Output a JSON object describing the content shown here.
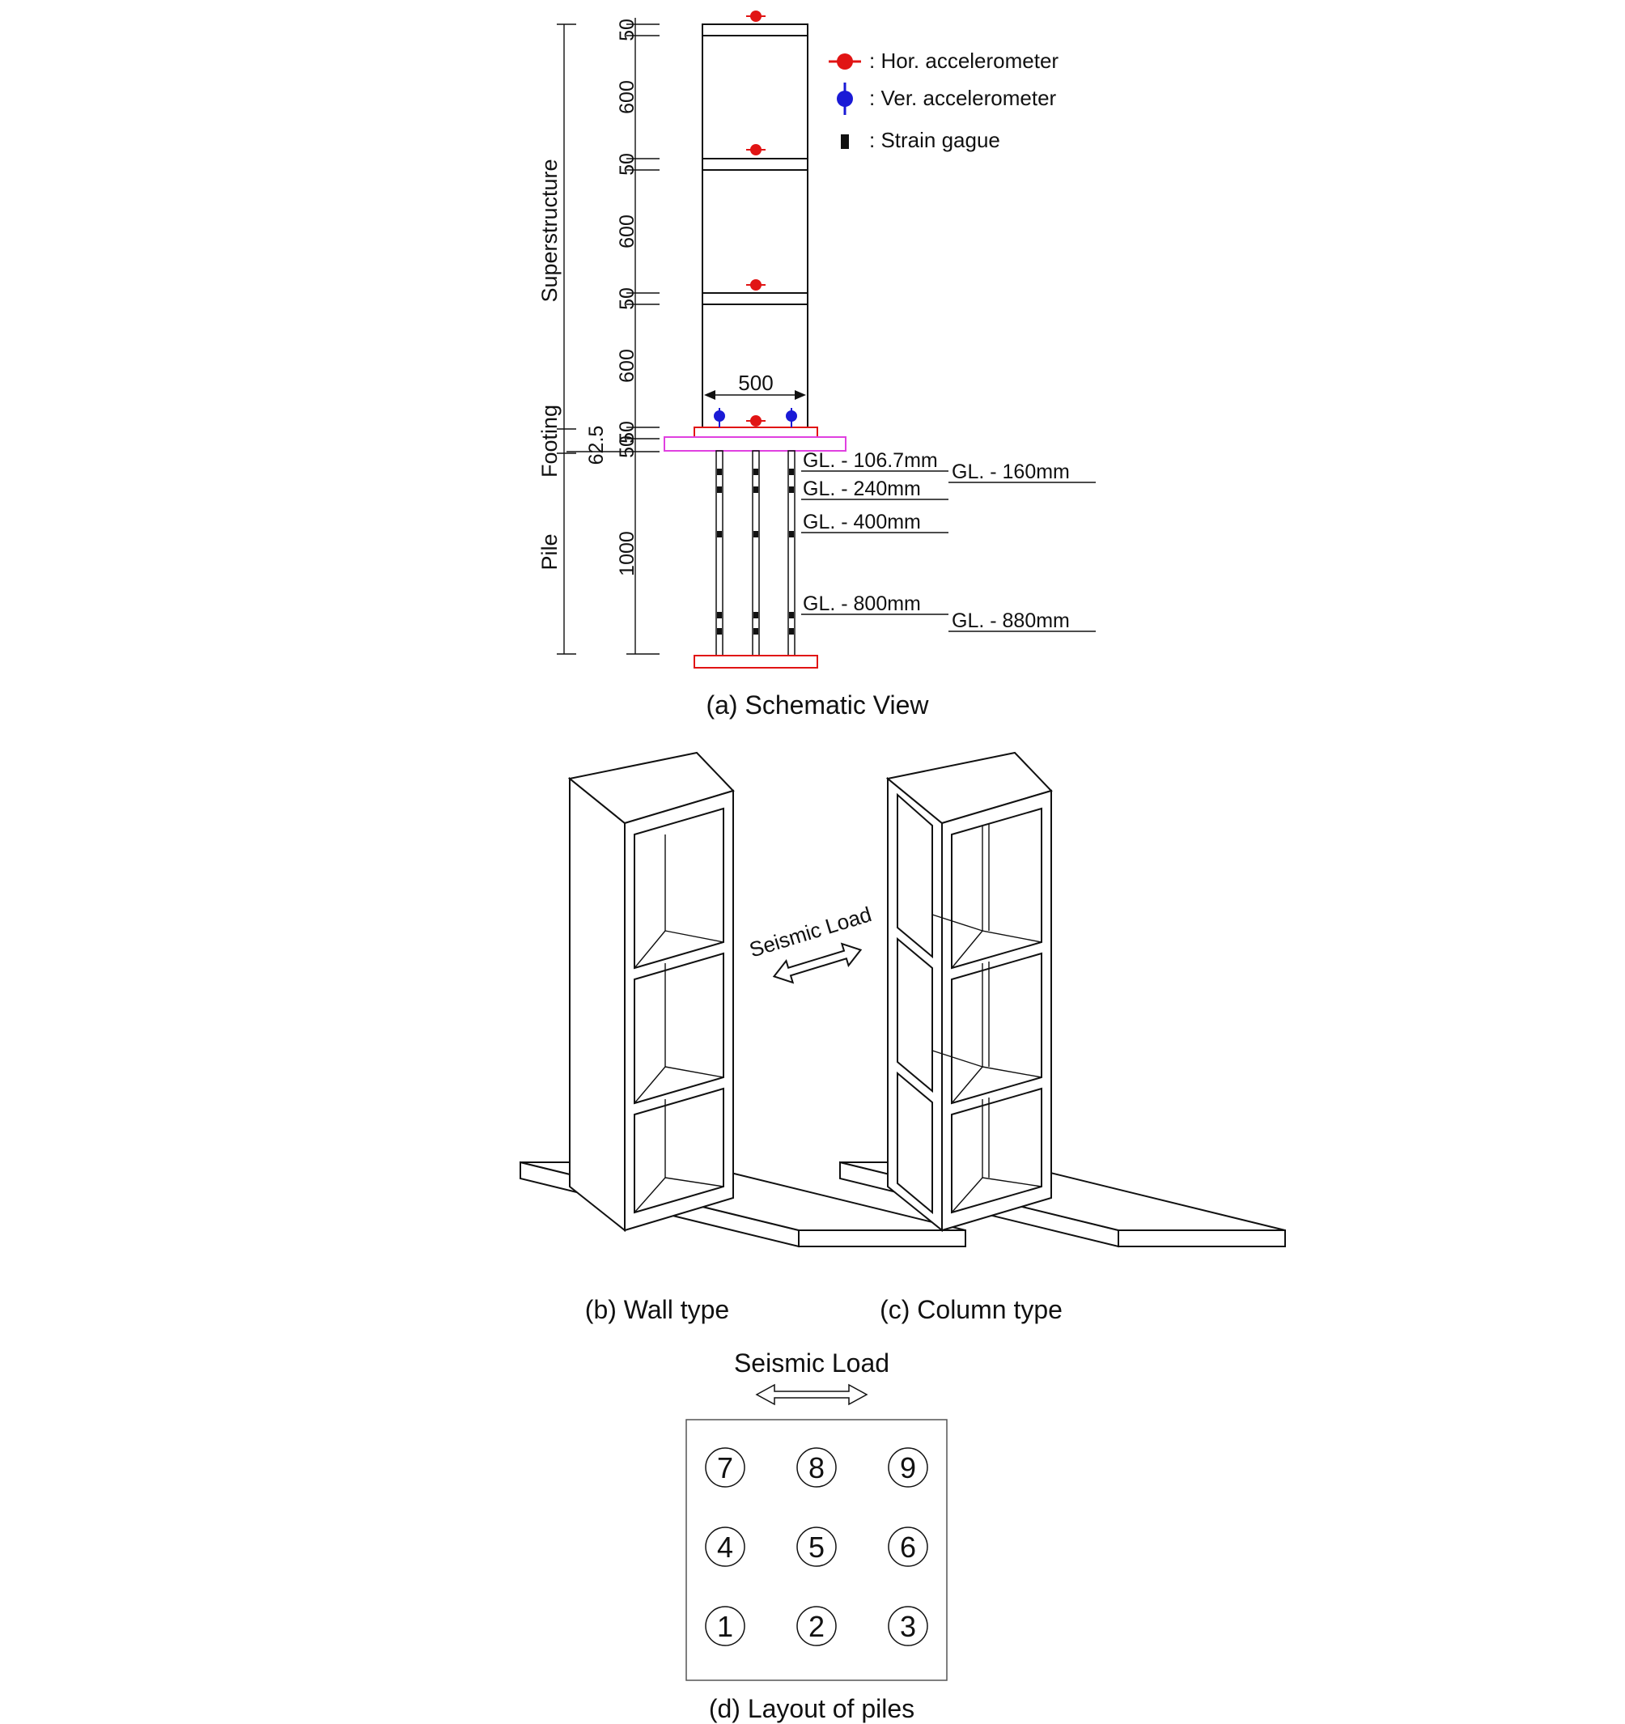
{
  "schematic": {
    "caption": "(a)  Schematic View",
    "groups": {
      "superstructure": "Superstructure",
      "footing": "Footing",
      "pile": "Pile"
    },
    "dims": {
      "d1": "50",
      "d2": "600",
      "d3": "50",
      "d4": "600",
      "d5": "50",
      "d6": "600",
      "d7": "50",
      "d8": "62.5",
      "d9": "50",
      "d10": "1000",
      "width": "500"
    },
    "legend": {
      "hor": ": Hor. accelerometer",
      "ver": ": Ver. accelerometer",
      "strain": ": Strain gague"
    },
    "gl_labels": {
      "a": "GL. - 106.7mm",
      "b": "GL. - 160mm",
      "c": "GL. - 240mm",
      "d": "GL. - 400mm",
      "e": "GL. - 800mm",
      "f": "GL. - 880mm"
    },
    "colors": {
      "hor": "#e11414",
      "ver": "#1a1ad6",
      "footing_plate": "#e040e0",
      "base_plate": "#e11414"
    }
  },
  "wall_type": {
    "caption": "(b)  Wall  type"
  },
  "column_type": {
    "caption": "(c)  Column  type"
  },
  "seismic_load_3d": "Seismic Load",
  "layout": {
    "title": "Seismic Load",
    "caption": "(d)  Layout  of  piles",
    "piles": [
      "7",
      "8",
      "9",
      "4",
      "5",
      "6",
      "1",
      "2",
      "3"
    ]
  }
}
